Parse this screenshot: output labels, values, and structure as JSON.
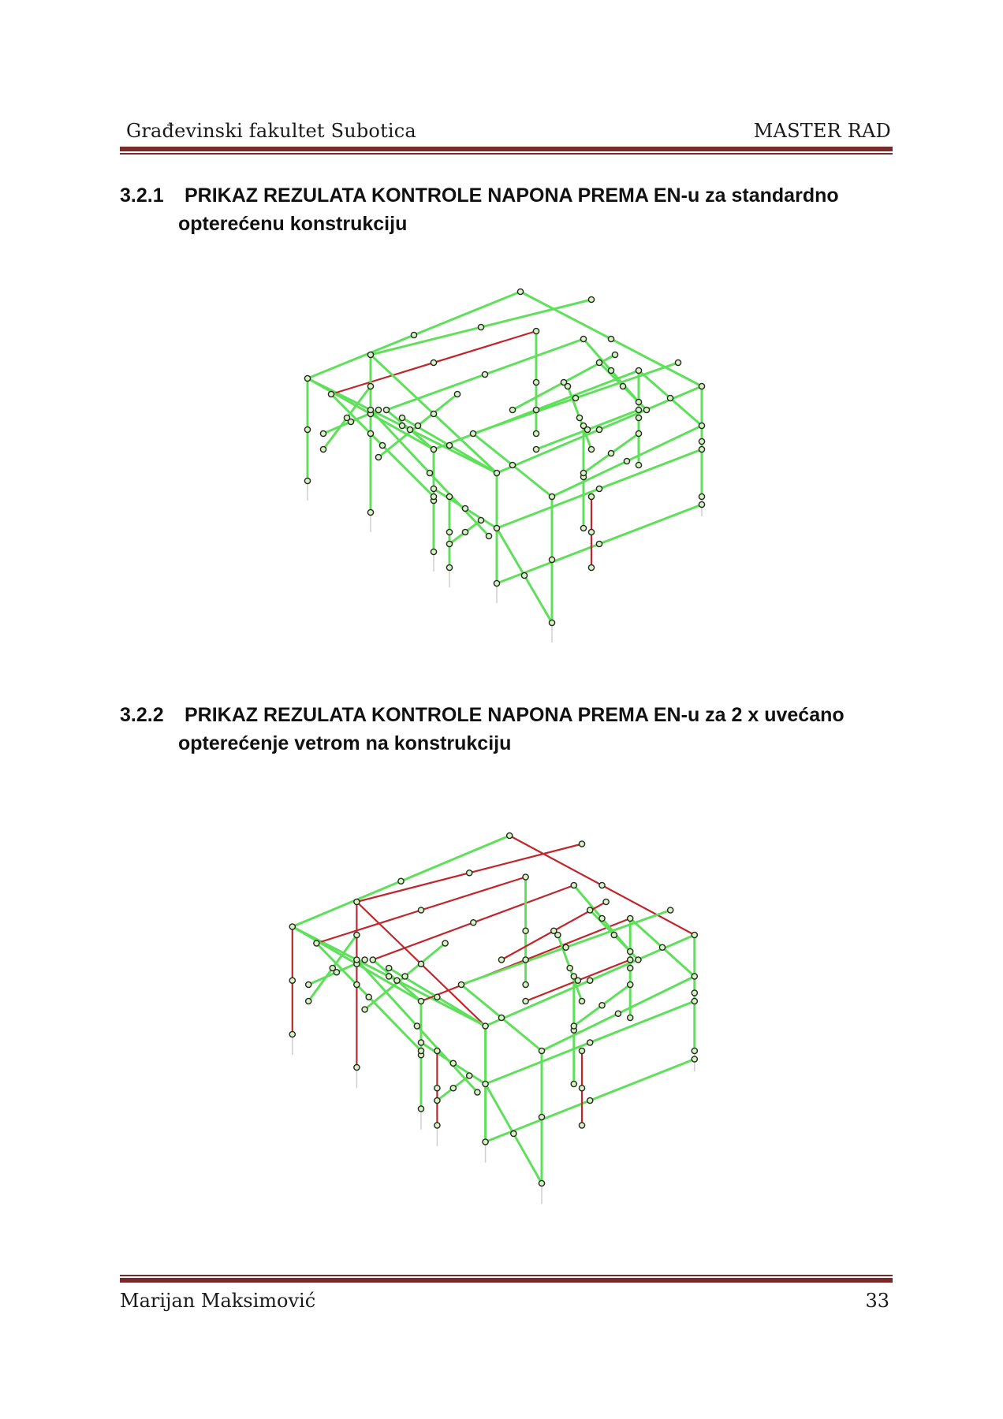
{
  "header": {
    "left": "Građevinski fakultet Subotica",
    "right": "MASTER RAD"
  },
  "sections": [
    {
      "number": "3.2.1",
      "title_line1": "PRIKAZ REZULATA KONTROLE NAPONA PREMA EN-u za standardno",
      "title_line2": "opterećenu konstrukciju"
    },
    {
      "number": "3.2.2",
      "title_line1": "PRIKAZ REZULATA KONTROLE NAPONA PREMA EN-u za 2 x uvećano",
      "title_line2": "opterećenje vetrom na konstrukciju"
    }
  ],
  "colors": {
    "member_ok": "#5fe05a",
    "member_exceeded": "#c0262c",
    "node": "#1f2a18",
    "rule": "#7a2a2a"
  },
  "footer": {
    "author": "Marijan Maksimović",
    "page_number": "33"
  }
}
